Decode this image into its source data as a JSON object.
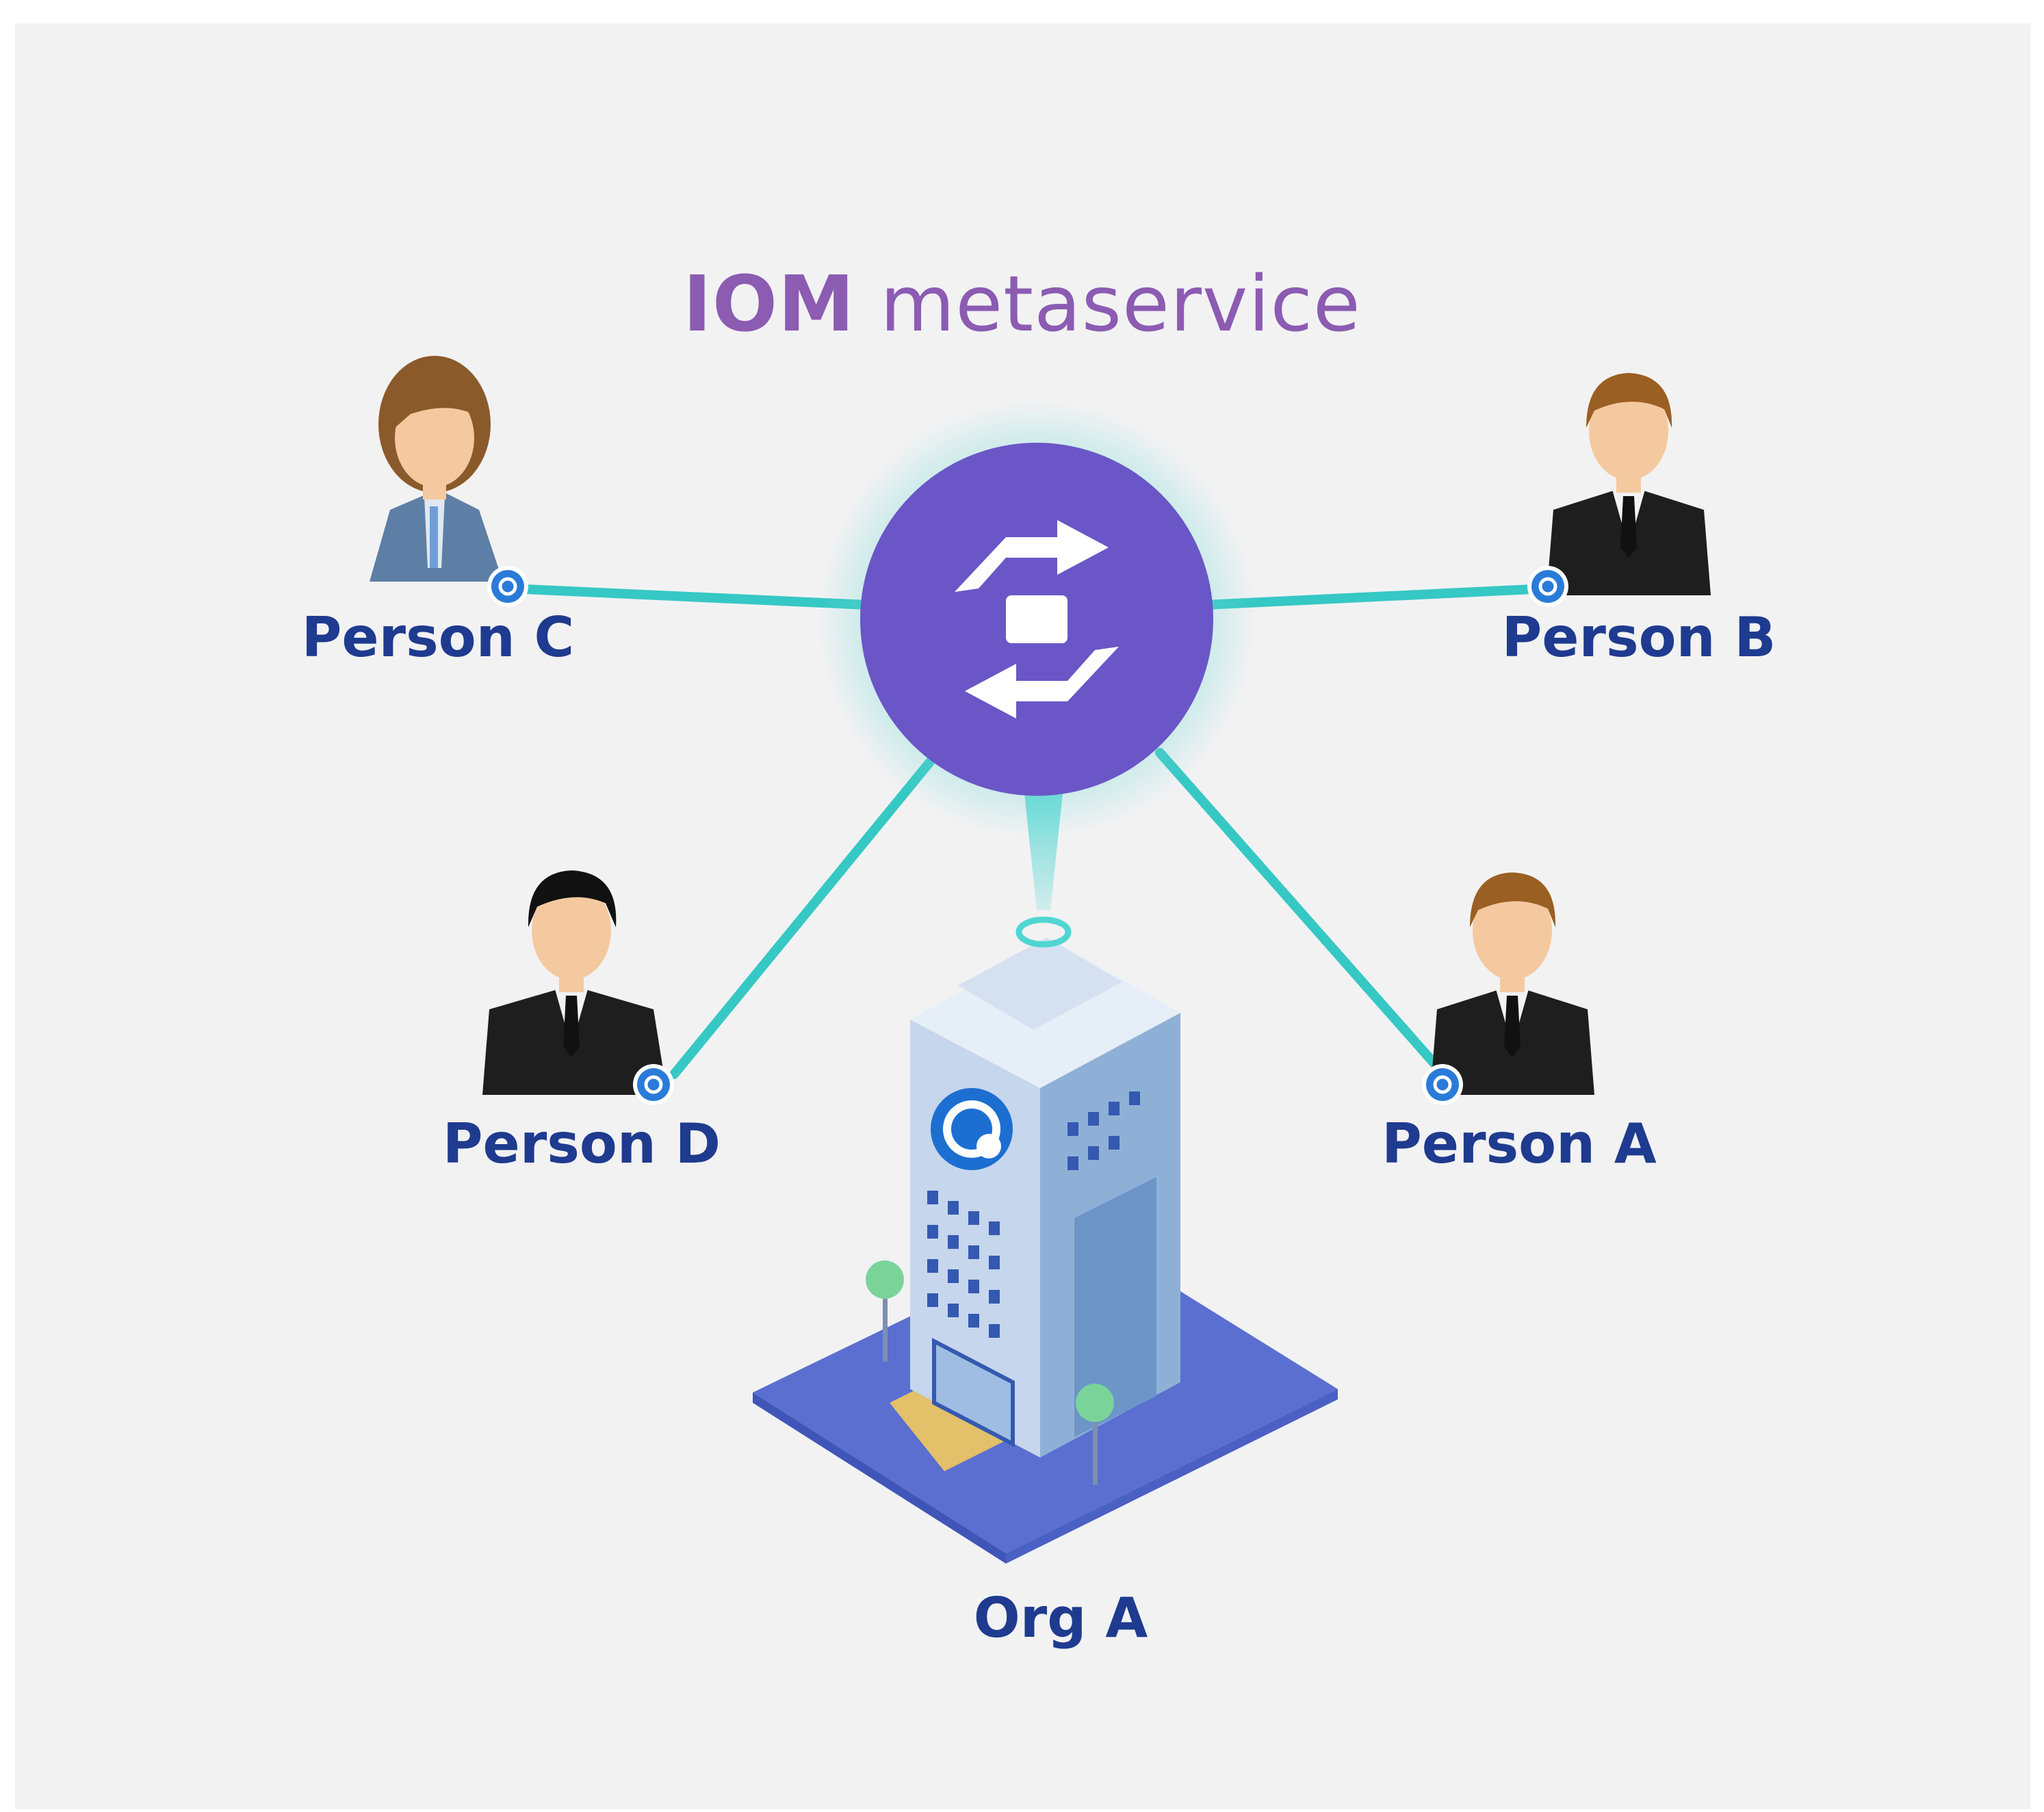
{
  "title": {
    "bold": "IOM",
    "rest": "metaservice"
  },
  "nodes": {
    "person_c": "Person C",
    "person_b": "Person B",
    "person_d": "Person D",
    "person_a": "Person A",
    "org_a": "Org A"
  },
  "colors": {
    "hub": "#6a56c6",
    "link": "#36c8c4",
    "label": "#1f3b8f",
    "title": "#8c5bb2"
  },
  "icons": {
    "hub": "sync-arrows-icon",
    "badge": "chat-cloud-icon"
  }
}
